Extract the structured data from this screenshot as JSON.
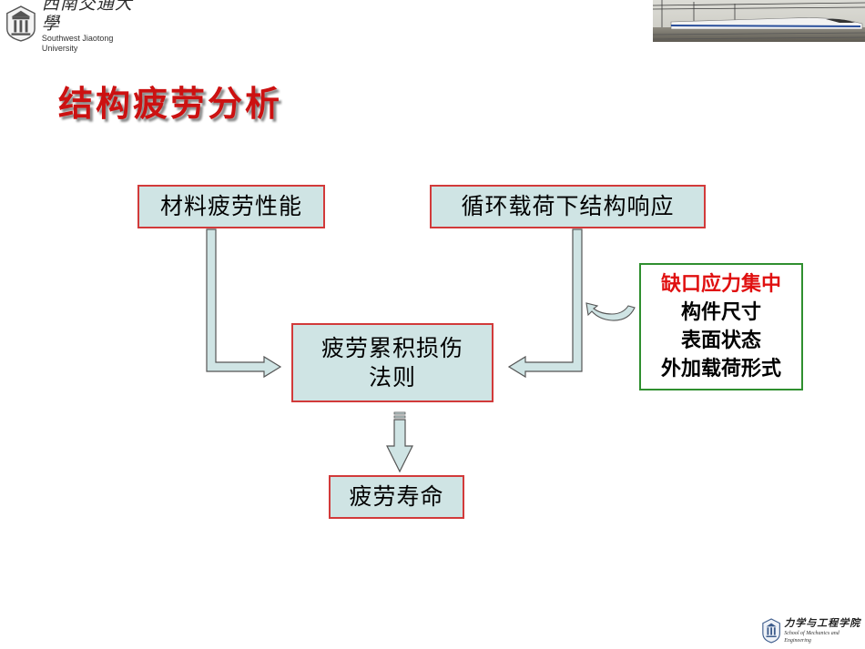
{
  "header": {
    "logo_cn": "西南交通大學",
    "logo_en": "Southwest Jiaotong University"
  },
  "slide": {
    "title": "结构疲劳分析"
  },
  "diagram": {
    "material_box": "材料疲劳性能",
    "response_box": "循环载荷下结构响应",
    "damage_box_line1": "疲劳累积损伤",
    "damage_box_line2": "法则",
    "life_box": "疲劳寿命",
    "factors": [
      "缺口应力集中",
      "构件尺寸",
      "表面状态",
      "外加载荷形式"
    ],
    "colors": {
      "box_fill": "#cfe4e4",
      "box_border": "#d23a3a",
      "factors_border": "#2f8f2f",
      "highlight_text": "#e01010",
      "title": "#cc1111"
    }
  },
  "footer": {
    "logo_cn": "力学与工程学院",
    "logo_en": "School of Mechanics and Engineering"
  }
}
